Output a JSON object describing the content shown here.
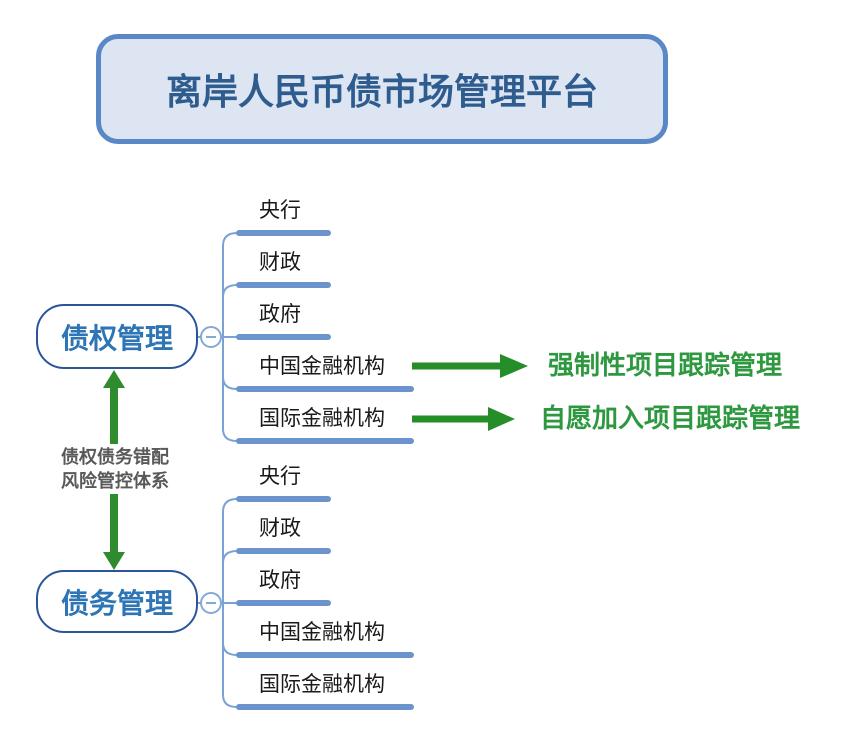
{
  "title": "离岸人民币债市场管理平台",
  "colors": {
    "title_border": "#5A87C6",
    "title_bg": "#DDE5F2",
    "title_text": "#2E5C8E",
    "node_border": "#2A5699",
    "node_text": "#2E75B6",
    "branch_underline": "#6B94CC",
    "connector_line": "#7BA2D4",
    "arrow_green": "#268E28",
    "annotation_green": "#2E9840",
    "relation_text_gray": "#595959"
  },
  "mindmap": {
    "groups": [
      {
        "node_label": "债权管理",
        "collapse_state": "expanded",
        "children": [
          {
            "label": "央行"
          },
          {
            "label": "财政"
          },
          {
            "label": "政府"
          },
          {
            "label": "中国金融机构"
          },
          {
            "label": "国际金融机构"
          }
        ]
      },
      {
        "node_label": "债务管理",
        "collapse_state": "expanded",
        "children": [
          {
            "label": "央行"
          },
          {
            "label": "财政"
          },
          {
            "label": "政府"
          },
          {
            "label": "中国金融机构"
          },
          {
            "label": "国际金融机构"
          }
        ]
      }
    ]
  },
  "annotations": [
    {
      "text": "强制性项目跟踪管理",
      "source": "中国金融机构"
    },
    {
      "text": "自愿加入项目跟踪管理",
      "source": "国际金融机构"
    }
  ],
  "relation": {
    "line1": "债权债务错配",
    "line2": "风险管控体系"
  }
}
